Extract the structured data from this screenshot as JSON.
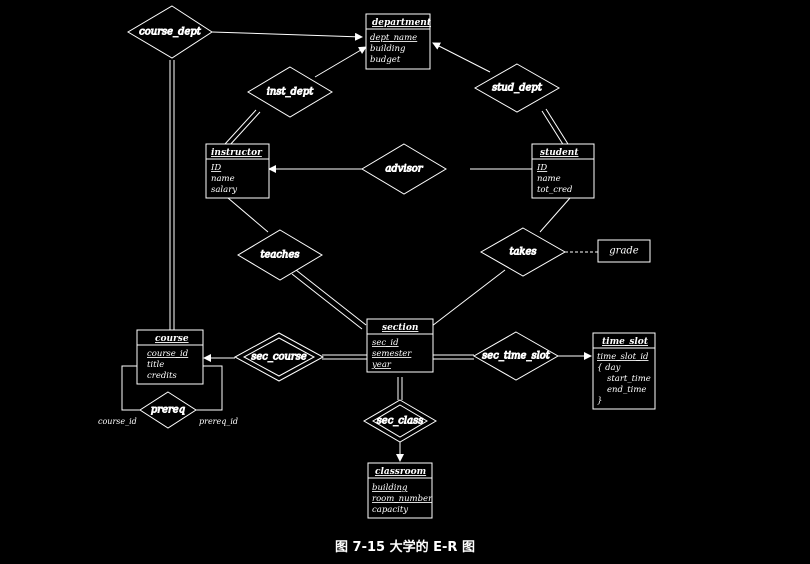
{
  "entities": {
    "department": {
      "title": "department",
      "attrs": [
        "dept_name",
        "building",
        "budget"
      ]
    },
    "instructor": {
      "title": "instructor",
      "attrs": [
        "ID",
        "name",
        "salary"
      ]
    },
    "student": {
      "title": "student",
      "attrs": [
        "ID",
        "name",
        "tot_cred"
      ]
    },
    "section": {
      "title": "section",
      "attrs": [
        "sec_id",
        "semester",
        "year"
      ]
    },
    "course": {
      "title": "course",
      "attrs": [
        "course_id",
        "title",
        "credits"
      ]
    },
    "time_slot": {
      "title": "time_slot",
      "attrs": [
        "time_slot_id",
        "{ day",
        "start_time",
        "end_time",
        "}"
      ]
    },
    "classroom": {
      "title": "classroom",
      "attrs": [
        "building",
        "room_number",
        "capacity"
      ]
    }
  },
  "relationships": {
    "course_dept": "course_dept",
    "inst_dept": "inst_dept",
    "stud_dept": "stud_dept",
    "advisor": "advisor",
    "teaches": "teaches",
    "takes": "takes",
    "sec_course": "sec_course",
    "sec_time_slot": "sec_time_slot",
    "sec_class": "sec_class",
    "prereq": "prereq"
  },
  "relationship_attribute": "grade",
  "role_labels": {
    "course_id": "course_id",
    "prereq_id": "prereq_id"
  },
  "caption": "图 7-15   大学的 E-R 图"
}
